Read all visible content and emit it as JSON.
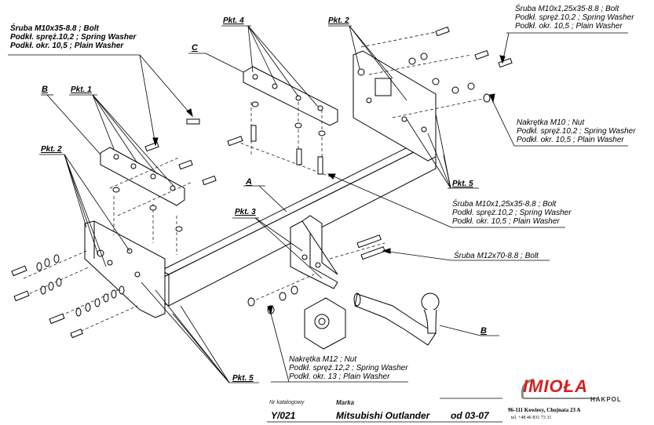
{
  "labels": {
    "bolt_topleft": [
      "Śruba M10x35-8.8 ;  Bolt",
      "Podkł. spręż.10,2 ; Spring Washer",
      "Podkł. okr. 10,5 ; Plain Washer"
    ],
    "bolt_topright": [
      "Śruba M10x1,25x35-8.8 ;  Bolt",
      "Podkł. spręż.10,2 ; Spring Washer",
      "Podkł. okr. 10,5 ; Plain Washer"
    ],
    "nut_m10": [
      "Nakrętka  M10 ; Nut",
      "Podkł. spręż.10,2 ; Spring Washer",
      "Podkł. okr. 10,5 ; Plain Washer"
    ],
    "bolt_mid": [
      "Śruba M10x1,25x35-8.8 ;  Bolt",
      "Podkł. spręż.10,2 ; Spring Washer",
      "Podkł. okr. 10,5 ; Plain Washer"
    ],
    "bolt_m12": "Śruba M12x70-8.8 ;  Bolt",
    "nut_m12": [
      "Nakrętka  M12 ; Nut",
      "Podkł. spręż.12,2 ; Spring Washer",
      "Podkł. okr. 13 ; Plain Washer"
    ]
  },
  "points": {
    "pkt1": "Pkt. 1",
    "pkt2_left": "Pkt. 2",
    "pkt2_top": "Pkt. 2",
    "pkt3": "Pkt. 3",
    "pkt4": "Pkt. 4",
    "pkt5_right": "Pkt. 5",
    "pkt5_bottom": "Pkt. 5"
  },
  "letters": {
    "a": "A",
    "b_left": "B",
    "b_right": "B",
    "c": "C"
  },
  "footer": {
    "catalog_label": "Nr katalogowy",
    "brand_label": "Marka",
    "catalog_no": "Y/021",
    "model": "Mitsubishi Outlander",
    "year": "od 03-07"
  },
  "company": {
    "logo": "IMIOŁA",
    "sub": "HAKPOL",
    "address": "96-111 Kowiesy, Chojnata 23 A",
    "tel": "tel. +48 46 831 73 31"
  }
}
